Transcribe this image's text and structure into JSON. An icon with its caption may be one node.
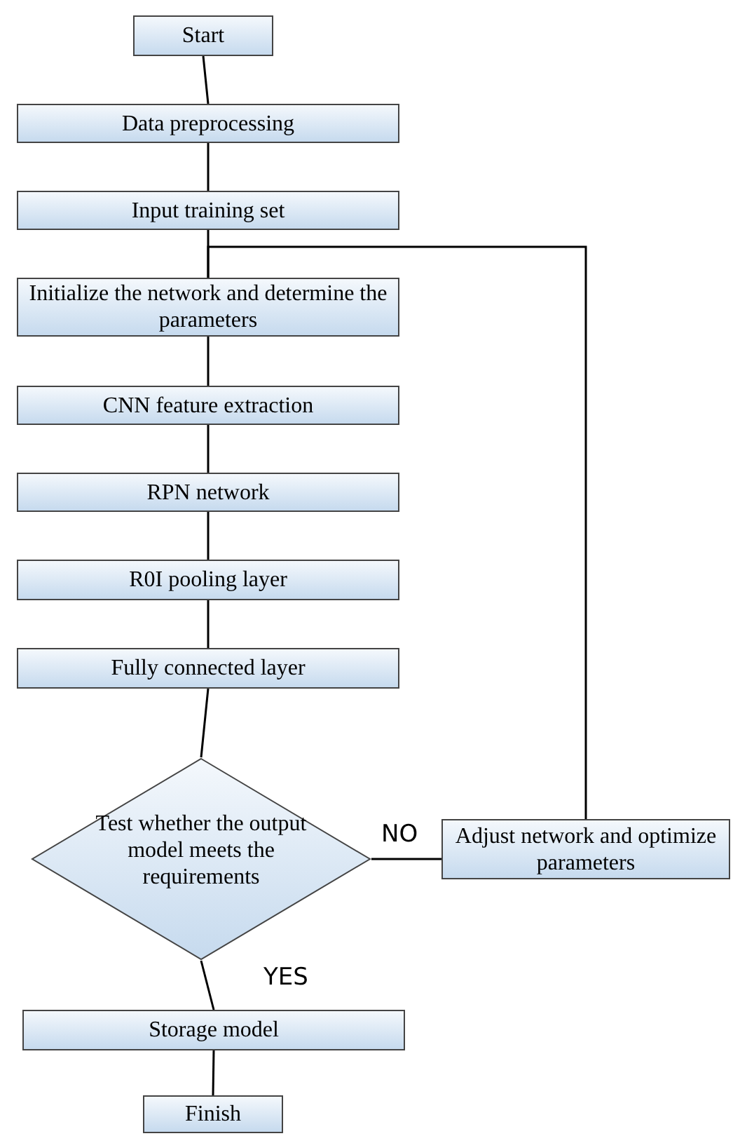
{
  "diagram": {
    "nodes": [
      {
        "text": [
          "Start"
        ]
      },
      {
        "text": [
          "Data preprocessing"
        ]
      },
      {
        "text": [
          "Input training set"
        ]
      },
      {
        "text": [
          "Initialize the network and determine the parameters"
        ]
      },
      {
        "text": [
          "CNN feature extraction"
        ]
      },
      {
        "text": [
          "RPN network"
        ]
      },
      {
        "text": [
          "R0I pooling layer"
        ]
      },
      {
        "text": [
          "Fully connected layer"
        ]
      },
      {
        "text": [
          "Test whether the output model meets the requirements"
        ]
      },
      {
        "text": [
          "Adjust network and optimize parameters"
        ]
      },
      {
        "text": [
          "Storage model"
        ]
      },
      {
        "text": [
          "Finish"
        ]
      }
    ],
    "edges": [
      {
        "from": 0,
        "to": 1,
        "arrow": "none"
      },
      {
        "from": 1,
        "to": 2,
        "arrow": "none"
      },
      {
        "from": 2,
        "to": 3,
        "arrow": "none"
      },
      {
        "from": 3,
        "to": 4,
        "arrow": "none"
      },
      {
        "from": 4,
        "to": 5,
        "arrow": "none"
      },
      {
        "from": 5,
        "to": 6,
        "arrow": "none"
      },
      {
        "from": 6,
        "to": 7,
        "arrow": "none"
      },
      {
        "from": 7,
        "to": 8,
        "arrow": "none"
      },
      {
        "from": 8,
        "to": 9,
        "arrow": "none",
        "label": "NO"
      },
      {
        "from": 9,
        "to": 3,
        "arrow": "none"
      },
      {
        "from": 8,
        "to": 10,
        "arrow": "none",
        "label": "YES"
      },
      {
        "from": 10,
        "to": 11,
        "arrow": "none"
      }
    ]
  }
}
